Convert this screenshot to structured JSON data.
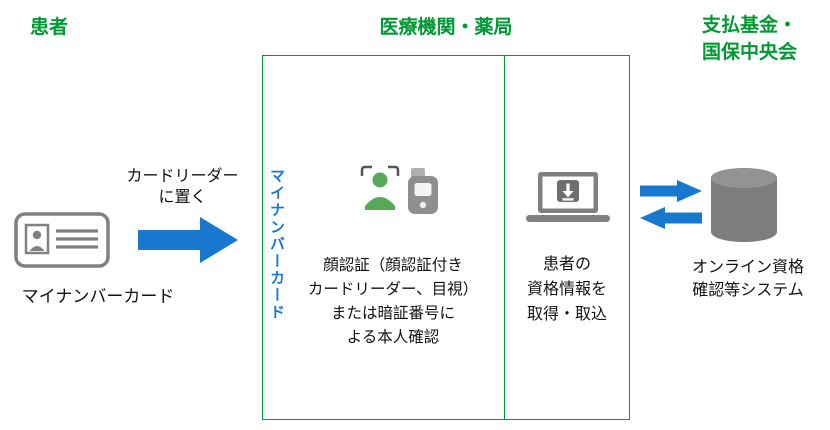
{
  "headers": {
    "patient": "患者",
    "clinic": "医療機関・薬局",
    "payer": "支払基金・\n国保中央会"
  },
  "patient_side": {
    "card_label": "マイナンバーカード",
    "arrow_caption": "カードリーダー\nに置く"
  },
  "clinic_box": {
    "vertical_label": "マイナンバーカード",
    "auth_text": "顔認証（顔認証付き\nカードリーダー、目視）\nまたは暗証番号に\nよる本人確認",
    "acquire_text": "患者の\n資格情報を\n取得・取込"
  },
  "payer_side": {
    "system_label": "オンライン資格\n確認等システム"
  },
  "colors": {
    "green": "#009933",
    "blue": "#1878CF",
    "gray": "#808080"
  }
}
